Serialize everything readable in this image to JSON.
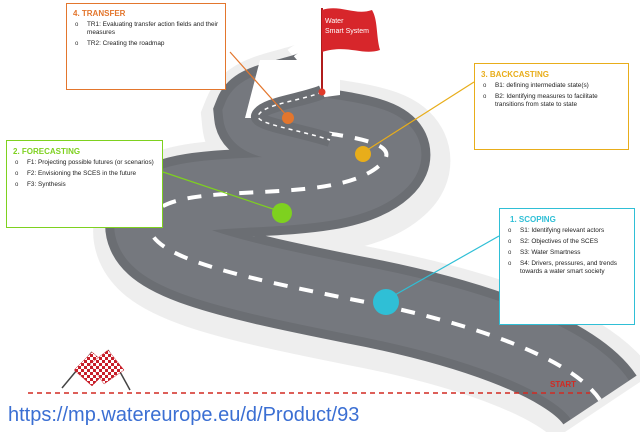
{
  "flag": {
    "line1": "Water",
    "line2": "Smart System"
  },
  "stages": {
    "transfer": {
      "title": "4. TRANSFER",
      "color": "#e3762d",
      "items": [
        "TR1: Evaluating transfer action fields and their measures",
        "TR2:  Creating    the roadmap"
      ]
    },
    "backcasting": {
      "title": "3. BACKCASTING",
      "color": "#e8ad1a",
      "items": [
        "B1: defining intermediate state(s)",
        "B2: Identifying measures to facilitate transitions from state to state"
      ]
    },
    "forecasting": {
      "title": "2. FORECASTING",
      "color": "#7ed11f",
      "items": [
        "F1: Projecting possible futures (or scenarios)",
        "F2: Envisioning the SCES in the future",
        "F3: Synthesis"
      ]
    },
    "scoping": {
      "title": "1.     SCOPING",
      "color": "#2fbfd6",
      "items": [
        "S1: Identifying relevant actors",
        "S2: Objectives of the SCES",
        "S3: Water Smartness",
        "S4: Drivers, pressures, and trends towards a water smart society"
      ]
    }
  },
  "start_label": "START",
  "url": "https://mp.watereurope.eu/d/Product/93",
  "icons": {
    "goal": "flag-icon",
    "start": "checkered-flag-icon"
  }
}
